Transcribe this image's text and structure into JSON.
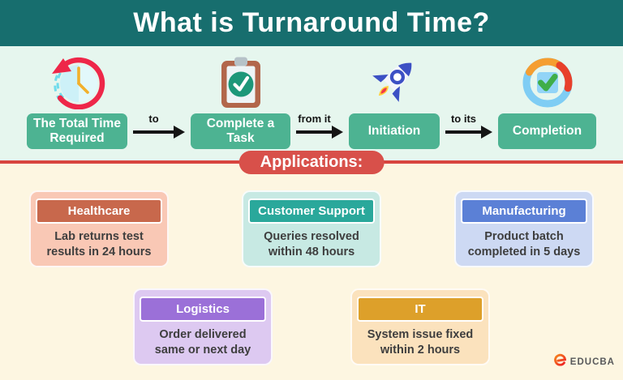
{
  "header": {
    "title": "What is Turnaround Time?"
  },
  "flow": {
    "steps": [
      {
        "label": "The Total Time\nRequired",
        "icon": "clock-rewind-icon"
      },
      {
        "label": "Complete a\nTask",
        "icon": "clipboard-check-icon"
      },
      {
        "label": "Initiation",
        "icon": "rocket-icon"
      },
      {
        "label": "Completion",
        "icon": "progress-check-icon"
      }
    ],
    "connectors": [
      "to",
      "from it",
      "to its"
    ]
  },
  "applications": {
    "banner": "Applications:",
    "cards": [
      {
        "title": "Healthcare",
        "description": "Lab returns test\nresults in 24 hours",
        "header_color": "#c8684c",
        "card_color": "#f9c8b5"
      },
      {
        "title": "Customer Support",
        "description": "Queries resolved\nwithin 48 hours",
        "header_color": "#2aa89b",
        "card_color": "#c7e9e3"
      },
      {
        "title": "Manufacturing",
        "description": "Product batch\ncompleted in 5 days",
        "header_color": "#5b80d6",
        "card_color": "#cdd9f3"
      },
      {
        "title": "Logistics",
        "description": "Order delivered\nsame or next day",
        "header_color": "#9b70d8",
        "card_color": "#ddc9f1"
      },
      {
        "title": "IT",
        "description": "System issue fixed\nwithin 2 hours",
        "header_color": "#dda02a",
        "card_color": "#fbe2bd"
      }
    ]
  },
  "footer": {
    "brand": "EDUCBA"
  },
  "colors": {
    "header_bg": "#176e6e",
    "flow_bg": "#e6f6ee",
    "apps_bg": "#fdf6e1",
    "flow_box_green": "#4db392",
    "accent_red": "#d8504a",
    "divider_red": "#d8453f",
    "arrow_black": "#151515",
    "body_text": "#3e3e3e",
    "brand_text": "#58595b"
  }
}
